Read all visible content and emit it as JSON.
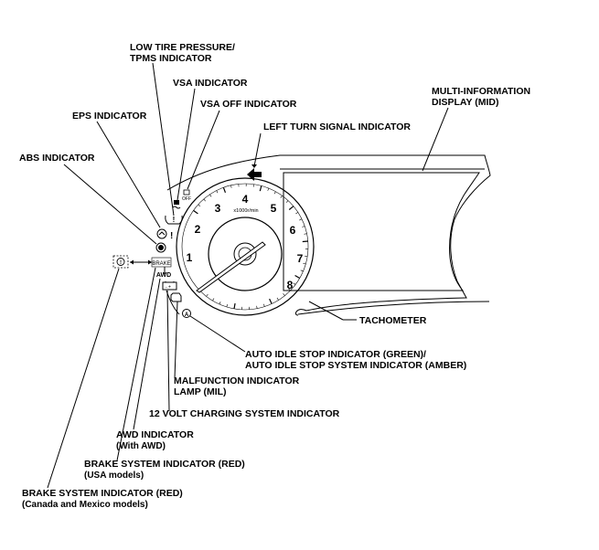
{
  "labels": {
    "low_tire": [
      "LOW TIRE PRESSURE/",
      "TPMS INDICATOR"
    ],
    "vsa": "VSA INDICATOR",
    "vsa_off": "VSA OFF INDICATOR",
    "eps": "EPS INDICATOR",
    "left_turn": "LEFT TURN SIGNAL INDICATOR",
    "mid": [
      "MULTI-INFORMATION",
      "DISPLAY (MID)"
    ],
    "abs": "ABS INDICATOR",
    "tachometer": "TACHOMETER",
    "auto_idle": [
      "AUTO IDLE STOP INDICATOR (GREEN)/",
      "AUTO IDLE STOP SYSTEM INDICATOR (AMBER)"
    ],
    "mil": [
      "MALFUNCTION INDICATOR",
      "LAMP (MIL)"
    ],
    "charging": "12 VOLT CHARGING SYSTEM INDICATOR",
    "awd": [
      "AWD INDICATOR",
      "(With AWD)"
    ],
    "brake_usa": [
      "BRAKE SYSTEM INDICATOR (RED)",
      "(USA models)"
    ],
    "brake_canada": [
      "BRAKE SYSTEM INDICATOR (RED)",
      "(Canada and Mexico models)"
    ]
  },
  "gauge": {
    "numbers": [
      "1",
      "2",
      "3",
      "4",
      "5",
      "6",
      "7",
      "8"
    ],
    "unit": "x1000r/min"
  },
  "icons": {
    "brake_text": "BRAKE",
    "awd_text": "AWD",
    "tpms_glyph": "(!)",
    "eps_glyph": "!"
  }
}
